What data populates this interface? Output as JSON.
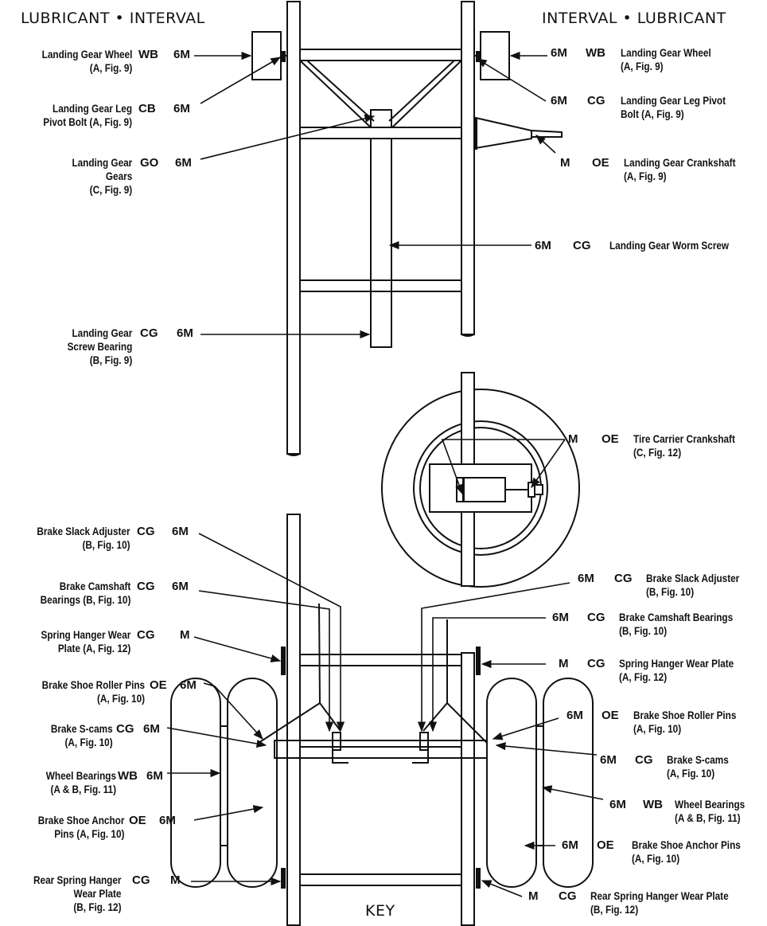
{
  "header": {
    "left": "LUBRICANT • INTERVAL",
    "right": "INTERVAL • LUBRICANT"
  },
  "key": "KEY",
  "left_callouts": [
    {
      "lines": [
        "Landing Gear Wheel",
        "(A, Fig. 9)"
      ],
      "lubricant": "WB",
      "interval": "6M"
    },
    {
      "lines": [
        "Landing Gear Leg",
        "Pivot Bolt (A, Fig. 9)"
      ],
      "lubricant": "CB",
      "interval": "6M"
    },
    {
      "lines": [
        "Landing Gear",
        "Gears",
        "(C, Fig. 9)"
      ],
      "lubricant": "GO",
      "interval": "6M"
    },
    {
      "lines": [
        "Landing Gear",
        "Screw Bearing",
        "(B, Fig. 9)"
      ],
      "lubricant": "CG",
      "interval": "6M"
    },
    {
      "lines": [
        "Brake Slack Adjuster",
        "(B, Fig. 10)"
      ],
      "lubricant": "CG",
      "interval": "6M"
    },
    {
      "lines": [
        "Brake Camshaft",
        "Bearings (B, Fig. 10)"
      ],
      "lubricant": "CG",
      "interval": "6M"
    },
    {
      "lines": [
        "Spring Hanger Wear",
        "Plate (A, Fig. 12)"
      ],
      "lubricant": "CG",
      "interval": "M"
    },
    {
      "lines": [
        "Brake Shoe Roller Pins",
        "(A, Fig. 10)"
      ],
      "lubricant": "OE",
      "interval": "6M"
    },
    {
      "lines": [
        "Brake S-cams",
        "(A, Fig. 10)"
      ],
      "lubricant": "CG",
      "interval": "6M"
    },
    {
      "lines": [
        "Wheel Bearings",
        "(A & B, Fig. 11)"
      ],
      "lubricant": "WB",
      "interval": "6M"
    },
    {
      "lines": [
        "Brake Shoe Anchor",
        "Pins (A, Fig. 10)"
      ],
      "lubricant": "OE",
      "interval": "6M"
    },
    {
      "lines": [
        "Rear Spring Hanger",
        "Wear Plate",
        "(B, Fig. 12)"
      ],
      "lubricant": "CG",
      "interval": "M"
    }
  ],
  "right_callouts": [
    {
      "lines": [
        "Landing Gear Wheel",
        "(A, Fig. 9)"
      ],
      "lubricant": "WB",
      "interval": "6M"
    },
    {
      "lines": [
        "Landing Gear Leg Pivot",
        "Bolt (A, Fig. 9)"
      ],
      "lubricant": "CG",
      "interval": "6M"
    },
    {
      "lines": [
        "Landing Gear Crankshaft",
        "(A, Fig. 9)"
      ],
      "lubricant": "OE",
      "interval": "M"
    },
    {
      "lines": [
        "Landing Gear Worm Screw"
      ],
      "lubricant": "CG",
      "interval": "6M"
    },
    {
      "lines": [
        "Tire Carrier Crankshaft",
        "(C, Fig. 12)"
      ],
      "lubricant": "OE",
      "interval": "M"
    },
    {
      "lines": [
        "Brake Slack Adjuster",
        "(B, Fig. 10)"
      ],
      "lubricant": "CG",
      "interval": "6M"
    },
    {
      "lines": [
        "Brake Camshaft Bearings",
        "(B, Fig. 10)"
      ],
      "lubricant": "CG",
      "interval": "6M"
    },
    {
      "lines": [
        "Spring Hanger Wear Plate",
        "(A, Fig. 12)"
      ],
      "lubricant": "CG",
      "interval": "M"
    },
    {
      "lines": [
        "Brake Shoe Roller Pins",
        "(A, Fig. 10)"
      ],
      "lubricant": "OE",
      "interval": "6M"
    },
    {
      "lines": [
        "Brake S-cams",
        "(A, Fig. 10)"
      ],
      "lubricant": "CG",
      "interval": "6M"
    },
    {
      "lines": [
        "Wheel Bearings",
        "(A & B, Fig. 11)"
      ],
      "lubricant": "WB",
      "interval": "6M"
    },
    {
      "lines": [
        "Brake Shoe Anchor Pins",
        "(A, Fig. 10)"
      ],
      "lubricant": "OE",
      "interval": "6M"
    },
    {
      "lines": [
        "Rear Spring Hanger Wear Plate",
        "(B, Fig. 12)"
      ],
      "lubricant": "CG",
      "interval": "M"
    }
  ]
}
